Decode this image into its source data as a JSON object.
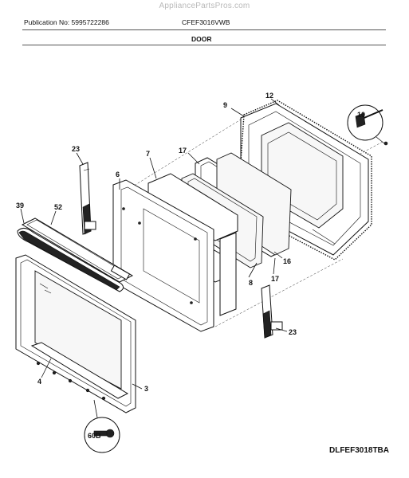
{
  "watermark": "AppliancePartsPros.com",
  "header": {
    "publication": "Publication No: 5995722286",
    "model": "CFEF3016VWB",
    "section_title": "DOOR"
  },
  "diagram_code": "DLFEF3018TBA",
  "callouts": {
    "c9": "9",
    "c12": "12",
    "c10": "10",
    "c23_top": "23",
    "c7": "7",
    "c17_top": "17",
    "c6": "6",
    "c39": "39",
    "c52": "52",
    "c16": "16",
    "c8": "8",
    "c17_bottom": "17",
    "c23_bottom": "23",
    "c4": "4",
    "c3": "3",
    "c60B": "60B"
  }
}
